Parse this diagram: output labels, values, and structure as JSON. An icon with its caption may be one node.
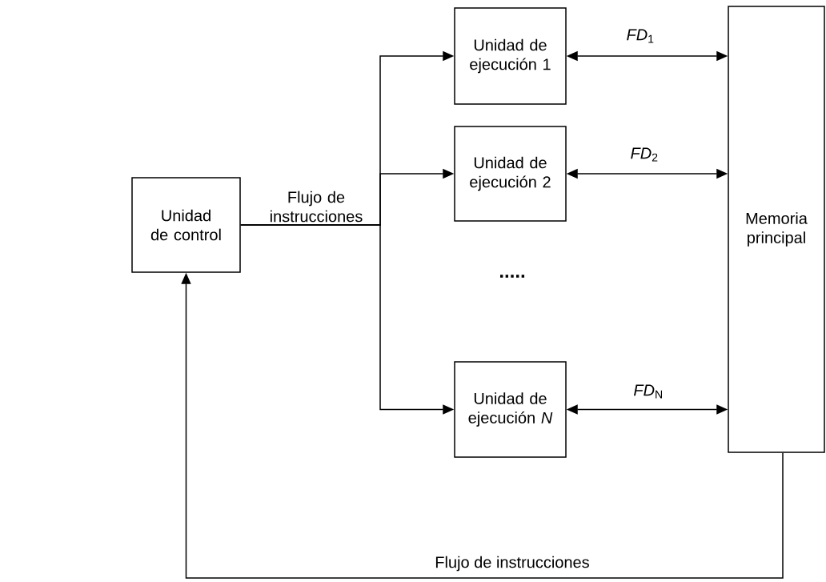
{
  "diagram": {
    "nodes": [
      {
        "text": [
          "Unidad de control"
        ]
      },
      {
        "text": [
          "Unidad de ejecución 1"
        ]
      },
      {
        "text": [
          "Unidad de ejecución 2"
        ]
      },
      {
        "text": [
          "Unidad de ejecución *N*"
        ]
      },
      {
        "text": [
          "Memoria principal"
        ]
      }
    ],
    "edges": [
      {
        "from": 0,
        "to": 1,
        "arrow": "to",
        "label": "Flujo de instrucciones"
      },
      {
        "from": 0,
        "to": 2,
        "arrow": "to"
      },
      {
        "from": 0,
        "to": 3,
        "arrow": "to"
      },
      {
        "from": 1,
        "to": 4,
        "arrow": "both",
        "label": "*FD*$_{1}$"
      },
      {
        "from": 2,
        "to": 4,
        "arrow": "both",
        "label": "*FD*$_{2}$"
      },
      {
        "from": 3,
        "to": 4,
        "arrow": "both",
        "label": "*FD*$_{N}$"
      },
      {
        "from": 4,
        "to": 0,
        "arrow": "to",
        "label": "Flujo de instrucciones"
      }
    ],
    "labels": [
      "....."
    ]
  }
}
